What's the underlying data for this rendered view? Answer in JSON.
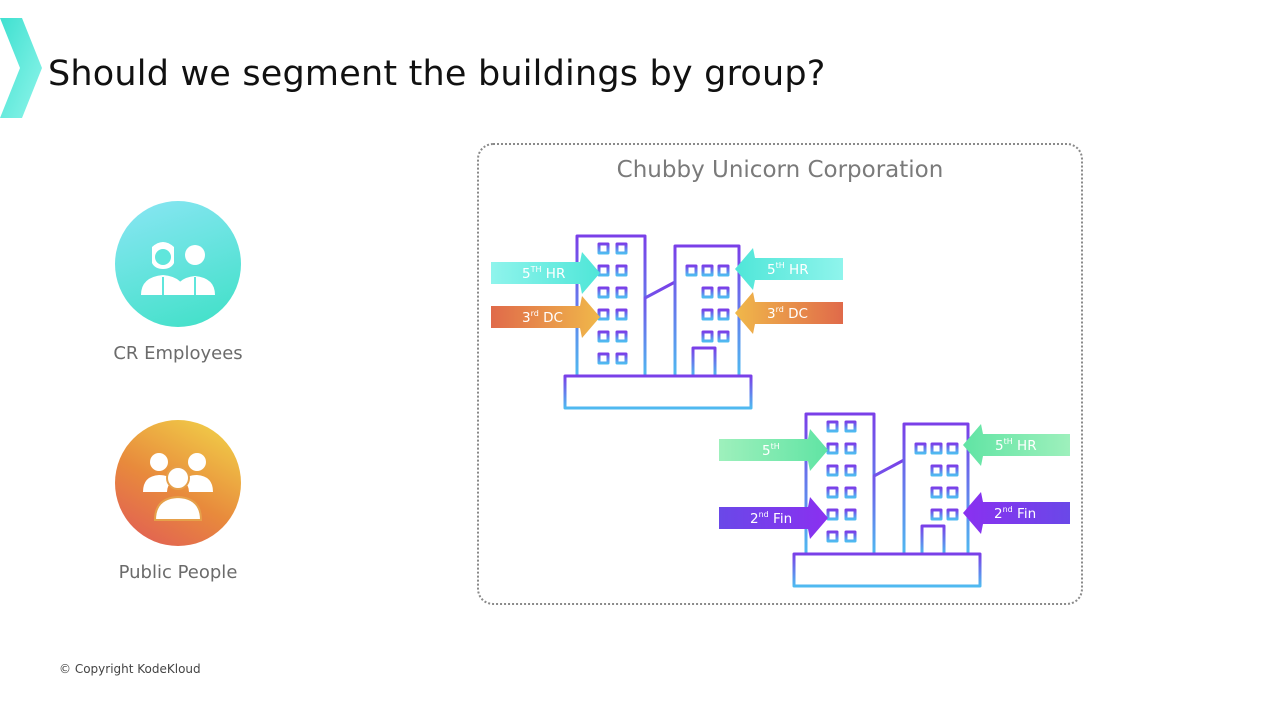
{
  "slide": {
    "title": "Should we segment the buildings by group?",
    "footer": "© Copyright KodeKloud"
  },
  "groups": [
    {
      "label": "CR Employees",
      "icon": "employees-icon",
      "color_start": "#7fe4f2",
      "color_end": "#3fe0c8"
    },
    {
      "label": "Public People",
      "icon": "people-group-icon",
      "color_start": "#e05050",
      "color_end": "#f0d040"
    }
  ],
  "corporation": {
    "name": "Chubby Unicorn Corporation",
    "building_a": {
      "left_arrows": [
        {
          "num": "5",
          "sup": "TH",
          "text": "HR"
        },
        {
          "num": "3",
          "sup": "rd",
          "text": "DC"
        }
      ],
      "right_arrows": [
        {
          "num": "5",
          "sup": "tH",
          "text": "HR"
        },
        {
          "num": "3",
          "sup": "rd",
          "text": "DC"
        }
      ]
    },
    "building_b": {
      "left_arrows": [
        {
          "num": "5",
          "sup": "tH",
          "text": ""
        },
        {
          "num": "2",
          "sup": "nd",
          "text": "Fin"
        }
      ],
      "right_arrows": [
        {
          "num": "5",
          "sup": "tH",
          "text": "HR"
        },
        {
          "num": "2",
          "sup": "nd",
          "text": "Fin"
        }
      ]
    }
  },
  "colors": {
    "teal_arrow": "#5ff0e0",
    "orange_arrow": "#e6a040",
    "green_arrow": "#72e8a0",
    "purple_arrow": "#7a3fe8",
    "building_top": "#7a3fe8",
    "building_bottom": "#4fb8f0"
  }
}
